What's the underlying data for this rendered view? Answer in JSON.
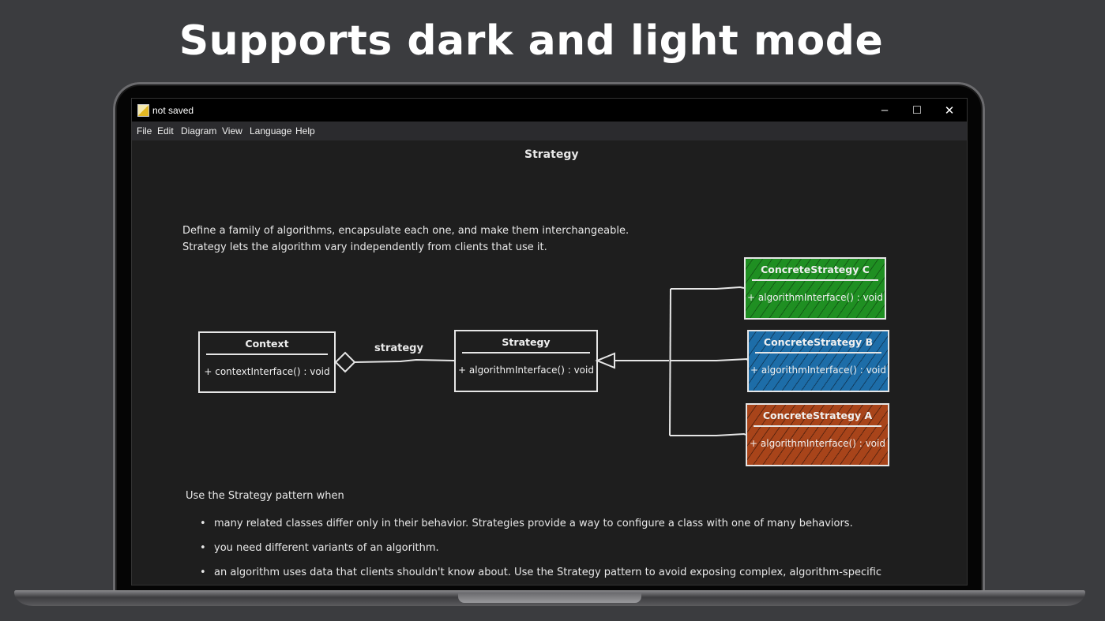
{
  "headline": "Supports dark and light mode",
  "window": {
    "title": "not saved",
    "icon": "app-document-icon",
    "controls": {
      "minimize": "–",
      "maximize": "□",
      "close": "✕"
    }
  },
  "menu": [
    "File",
    "Edit",
    "Diagram",
    "View",
    "Language",
    "Help"
  ],
  "diagram": {
    "title": "Strategy",
    "intro": [
      "Define a family of algorithms, encapsulate each one, and make them interchangeable.",
      "Strategy lets the algorithm vary independently from clients that use it."
    ],
    "association_label": "strategy",
    "classes": {
      "context": {
        "name": "Context",
        "operation": "+ contextInterface() : void"
      },
      "strategy": {
        "name": "Strategy",
        "operation": "+ algorithmInterface() : void"
      },
      "concrete_c": {
        "name": "ConcreteStrategy C",
        "operation": "+ algorithmInterface() : void",
        "color": "#1f8f22"
      },
      "concrete_b": {
        "name": "ConcreteStrategy B",
        "operation": "+ algorithmInterface() : void",
        "color": "#1d6da8"
      },
      "concrete_a": {
        "name": "ConcreteStrategy A",
        "operation": "+ algorithmInterface() : void",
        "color": "#a8441a"
      }
    }
  },
  "usage": {
    "heading": "Use the Strategy pattern when",
    "items": [
      "many related classes differ only in their behavior. Strategies provide a way to configure a class with one of many behaviors.",
      "you need different variants of an algorithm.",
      "an algorithm uses data that clients shouldn't know about. Use the Strategy pattern to avoid exposing complex, algorithm-specific"
    ]
  }
}
